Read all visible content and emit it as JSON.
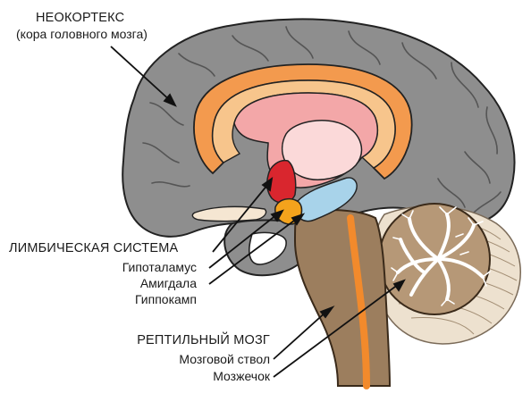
{
  "labels": {
    "neocortex_title": "НЕОКОРТЕКС",
    "neocortex_sub": "(кора головного мозга)",
    "limbic_title": "ЛИМБИЧЕСКАЯ СИСТЕМА",
    "hypothalamus": "Гипоталамус",
    "amygdala": "Амигдала",
    "hippocampus": "Гиппокамп",
    "reptilian_title": "РЕПТИЛЬНЫЙ МОЗГ",
    "brainstem": "Мозговой ствол",
    "cerebellum": "Мозжечок"
  },
  "colors": {
    "cortex": "#8e8e8e",
    "cortex_dark": "#6d6d6d",
    "cingulate": "#f39a4e",
    "corpus_callosum": "#f7c58c",
    "limbic_pink": "#f3a7a8",
    "thalamus": "#fbd9d9",
    "hypothalamus": "#d9262e",
    "amygdala": "#f4a31c",
    "hippocampus": "#a8d3ea",
    "brainstem": "#9c7e5e",
    "spinal_tract": "#f28a2c",
    "cerebellum": "#b69877",
    "tentorium": "#ede1cf"
  }
}
